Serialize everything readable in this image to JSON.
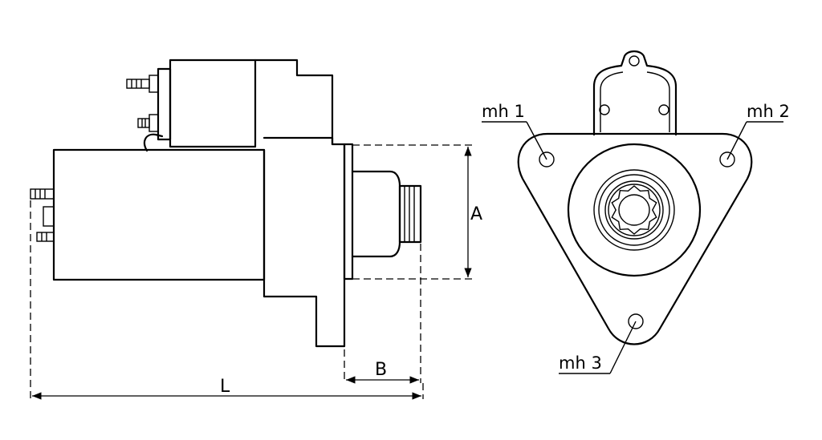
{
  "labels": {
    "dim_a": "A",
    "dim_b": "B",
    "dim_l": "L",
    "mount_hole_1": "mh 1",
    "mount_hole_2": "mh 2",
    "mount_hole_3": "mh 3"
  },
  "colors": {
    "line": "#000000",
    "background": "#ffffff"
  }
}
